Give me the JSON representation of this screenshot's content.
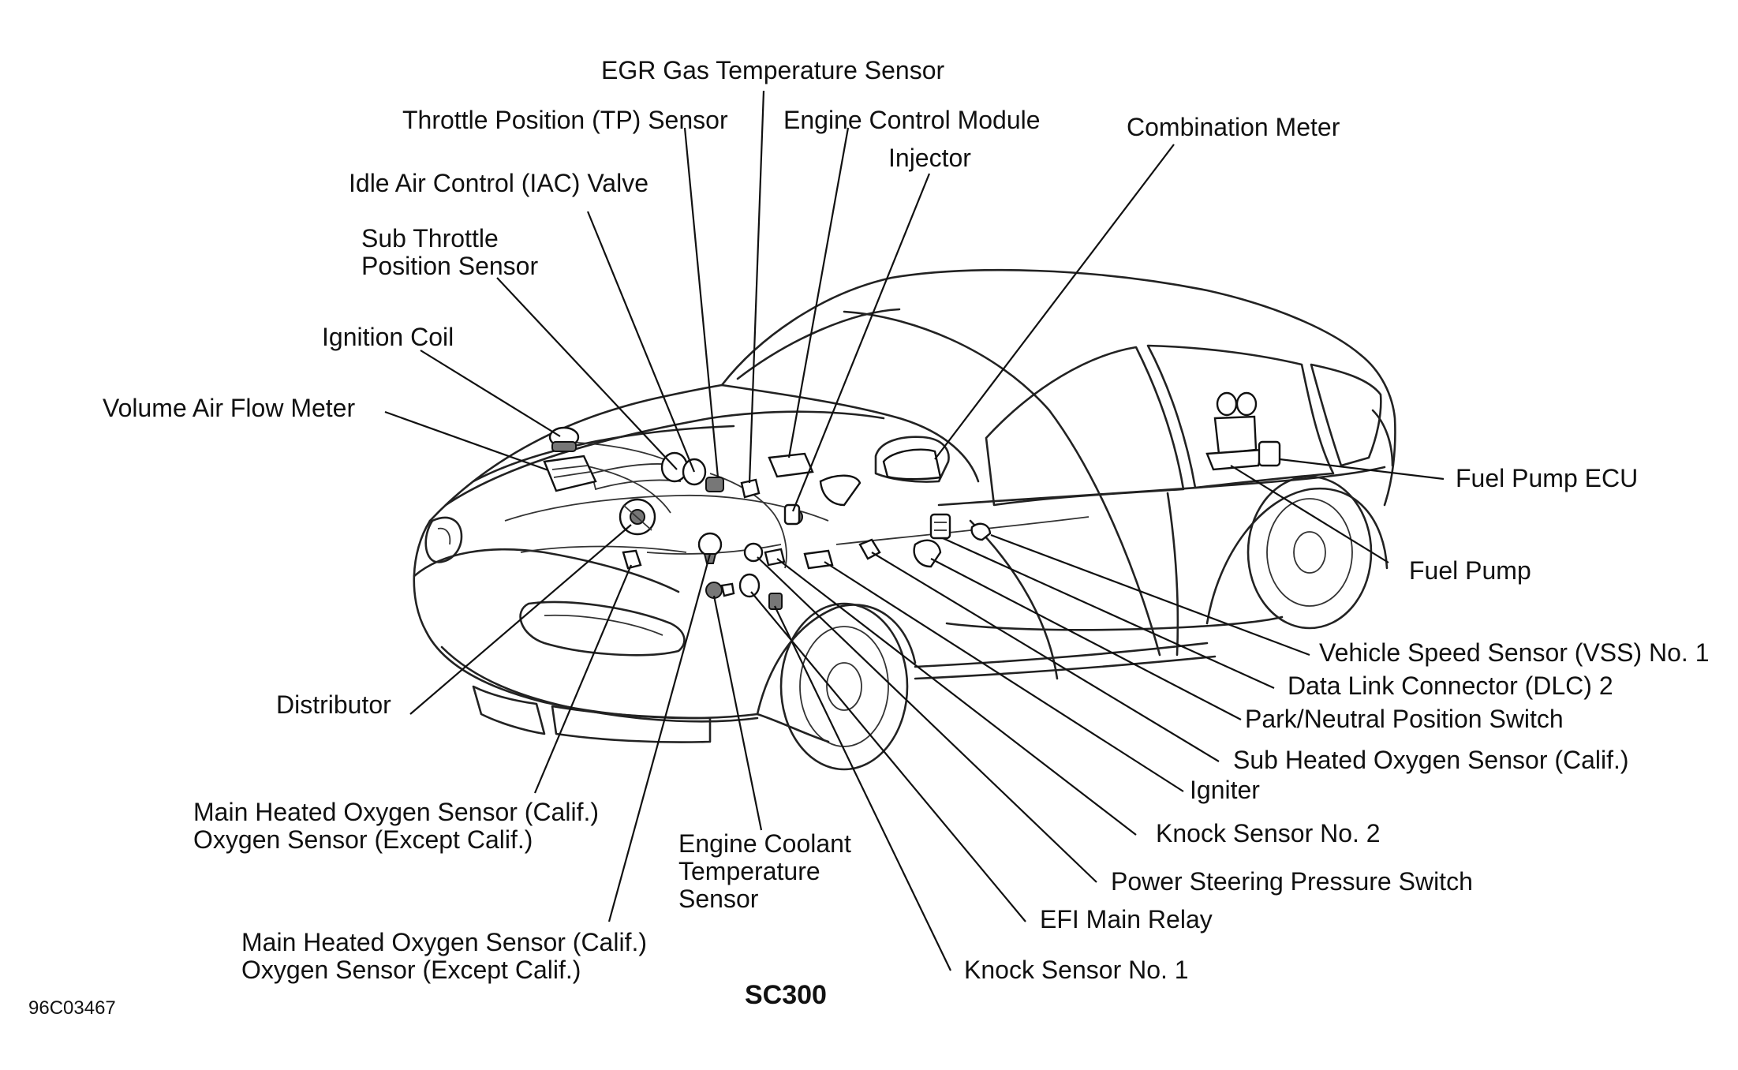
{
  "model": "SC300",
  "figure_code": "96C03467",
  "labels": {
    "egr_gas_temperature_sensor": "EGR Gas Temperature Sensor",
    "throttle_position_sensor": "Throttle Position (TP) Sensor",
    "engine_control_module": "Engine Control Module",
    "combination_meter": "Combination Meter",
    "injector": "Injector",
    "idle_air_control_valve": "Idle Air Control (IAC) Valve",
    "sub_throttle_position_sensor": [
      "Sub Throttle",
      "Position Sensor"
    ],
    "ignition_coil": "Ignition Coil",
    "volume_air_flow_meter": "Volume Air Flow Meter",
    "fuel_pump_ecu": "Fuel Pump ECU",
    "fuel_pump": "Fuel Pump",
    "vehicle_speed_sensor": "Vehicle Speed Sensor (VSS) No. 1",
    "data_link_connector": "Data Link Connector (DLC) 2",
    "park_neutral_position_switch": "Park/Neutral Position Switch",
    "sub_heated_oxygen_sensor": "Sub Heated Oxygen Sensor (Calif.)",
    "igniter": "Igniter",
    "knock_sensor_2": "Knock Sensor No. 2",
    "power_steering_pressure_switch": "Power Steering Pressure Switch",
    "efi_main_relay": "EFI Main Relay",
    "knock_sensor_1": "Knock Sensor No. 1",
    "distributor": "Distributor",
    "main_heated_oxygen_sensor_upper": [
      "Main Heated Oxygen Sensor (Calif.)",
      "Oxygen Sensor (Except Calif.)"
    ],
    "engine_coolant_temperature_sensor": [
      "Engine Coolant",
      "Temperature",
      "Sensor"
    ],
    "main_heated_oxygen_sensor_lower": [
      "Main Heated Oxygen Sensor (Calif.)",
      "Oxygen Sensor (Except Calif.)"
    ]
  }
}
